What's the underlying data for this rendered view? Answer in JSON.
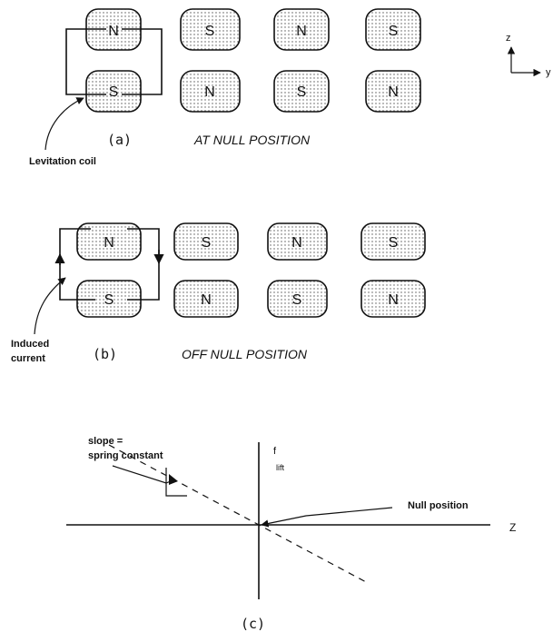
{
  "axes_icon": {
    "z_label": "z",
    "y_label": "y"
  },
  "panel_a": {
    "label": "(a)",
    "title": "AT NULL POSITION",
    "coil_label": "Levitation coil",
    "top_row": [
      "N",
      "S",
      "N",
      "S"
    ],
    "bottom_row": [
      "S",
      "N",
      "S",
      "N"
    ]
  },
  "panel_b": {
    "label": "(b)",
    "title": "OFF NULL POSITION",
    "current_label": [
      "Induced",
      "current"
    ],
    "top_row": [
      "N",
      "S",
      "N",
      "S"
    ],
    "bottom_row": [
      "S",
      "N",
      "S",
      "N"
    ]
  },
  "panel_c": {
    "label": "(c)",
    "slope_label": [
      "slope =",
      "spring constant"
    ],
    "f_label": "f",
    "f_sub": "lift",
    "null_label": "Null position",
    "z_label": "Z"
  }
}
